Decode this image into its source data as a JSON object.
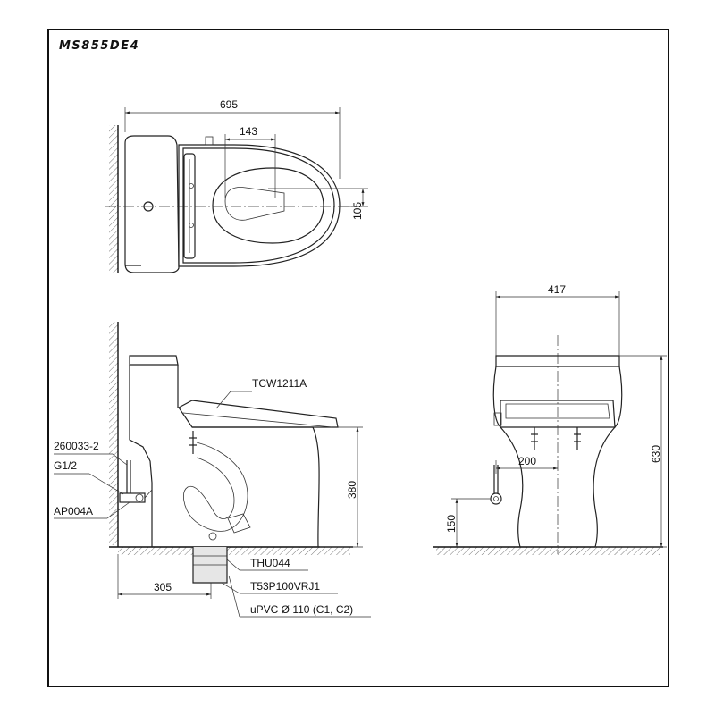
{
  "model": "MS855DE4",
  "top_view": {
    "overall_length": "695",
    "seat_offset": "143",
    "centerline_offset": "105"
  },
  "side_view": {
    "seat_label": "TCW1211A",
    "valve_label": "260033-2",
    "thread_label": "G1/2",
    "hose_label": "AP004A",
    "rim_height": "380",
    "wall_distance": "305",
    "flange_label": "THU044",
    "waste_label": "T53P100VRJ1",
    "pipe_label": "uPVC Ø 110 (C1, C2)"
  },
  "front_view": {
    "width": "417",
    "height": "630",
    "supply_offset": "200",
    "supply_height": "150"
  }
}
